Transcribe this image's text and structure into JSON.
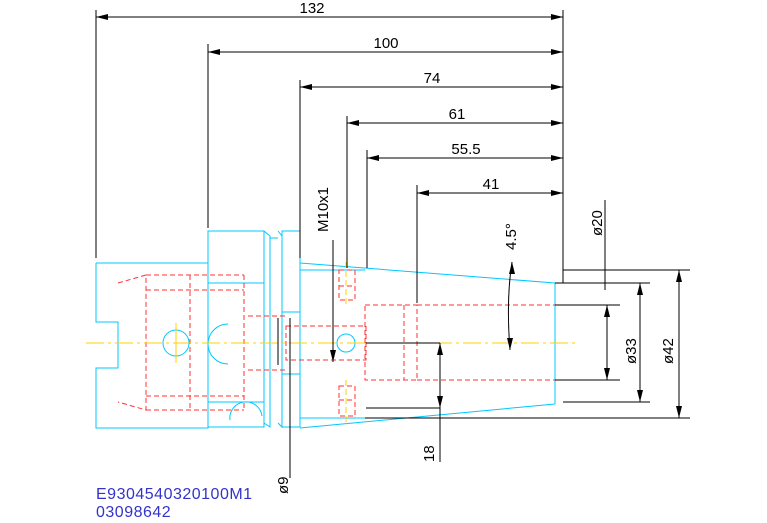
{
  "dimensions": {
    "overall_length": "132",
    "length_100": "100",
    "length_74": "74",
    "length_61": "61",
    "length_55_5": "55.5",
    "length_41": "41",
    "thread": "M10x1",
    "angle": "4.5°",
    "diameter_20": "ø20",
    "diameter_33": "ø33",
    "diameter_42": "ø42",
    "depth_18": "18",
    "diameter_9": "ø9"
  },
  "part_number": {
    "code": "E9304540320100M1",
    "serial": "03098642"
  },
  "colors": {
    "outline": "#00c8ff",
    "hidden": "#ff3333",
    "centerline": "#ffd200",
    "dimension": "#000000",
    "text_blue": "#3333cc"
  }
}
